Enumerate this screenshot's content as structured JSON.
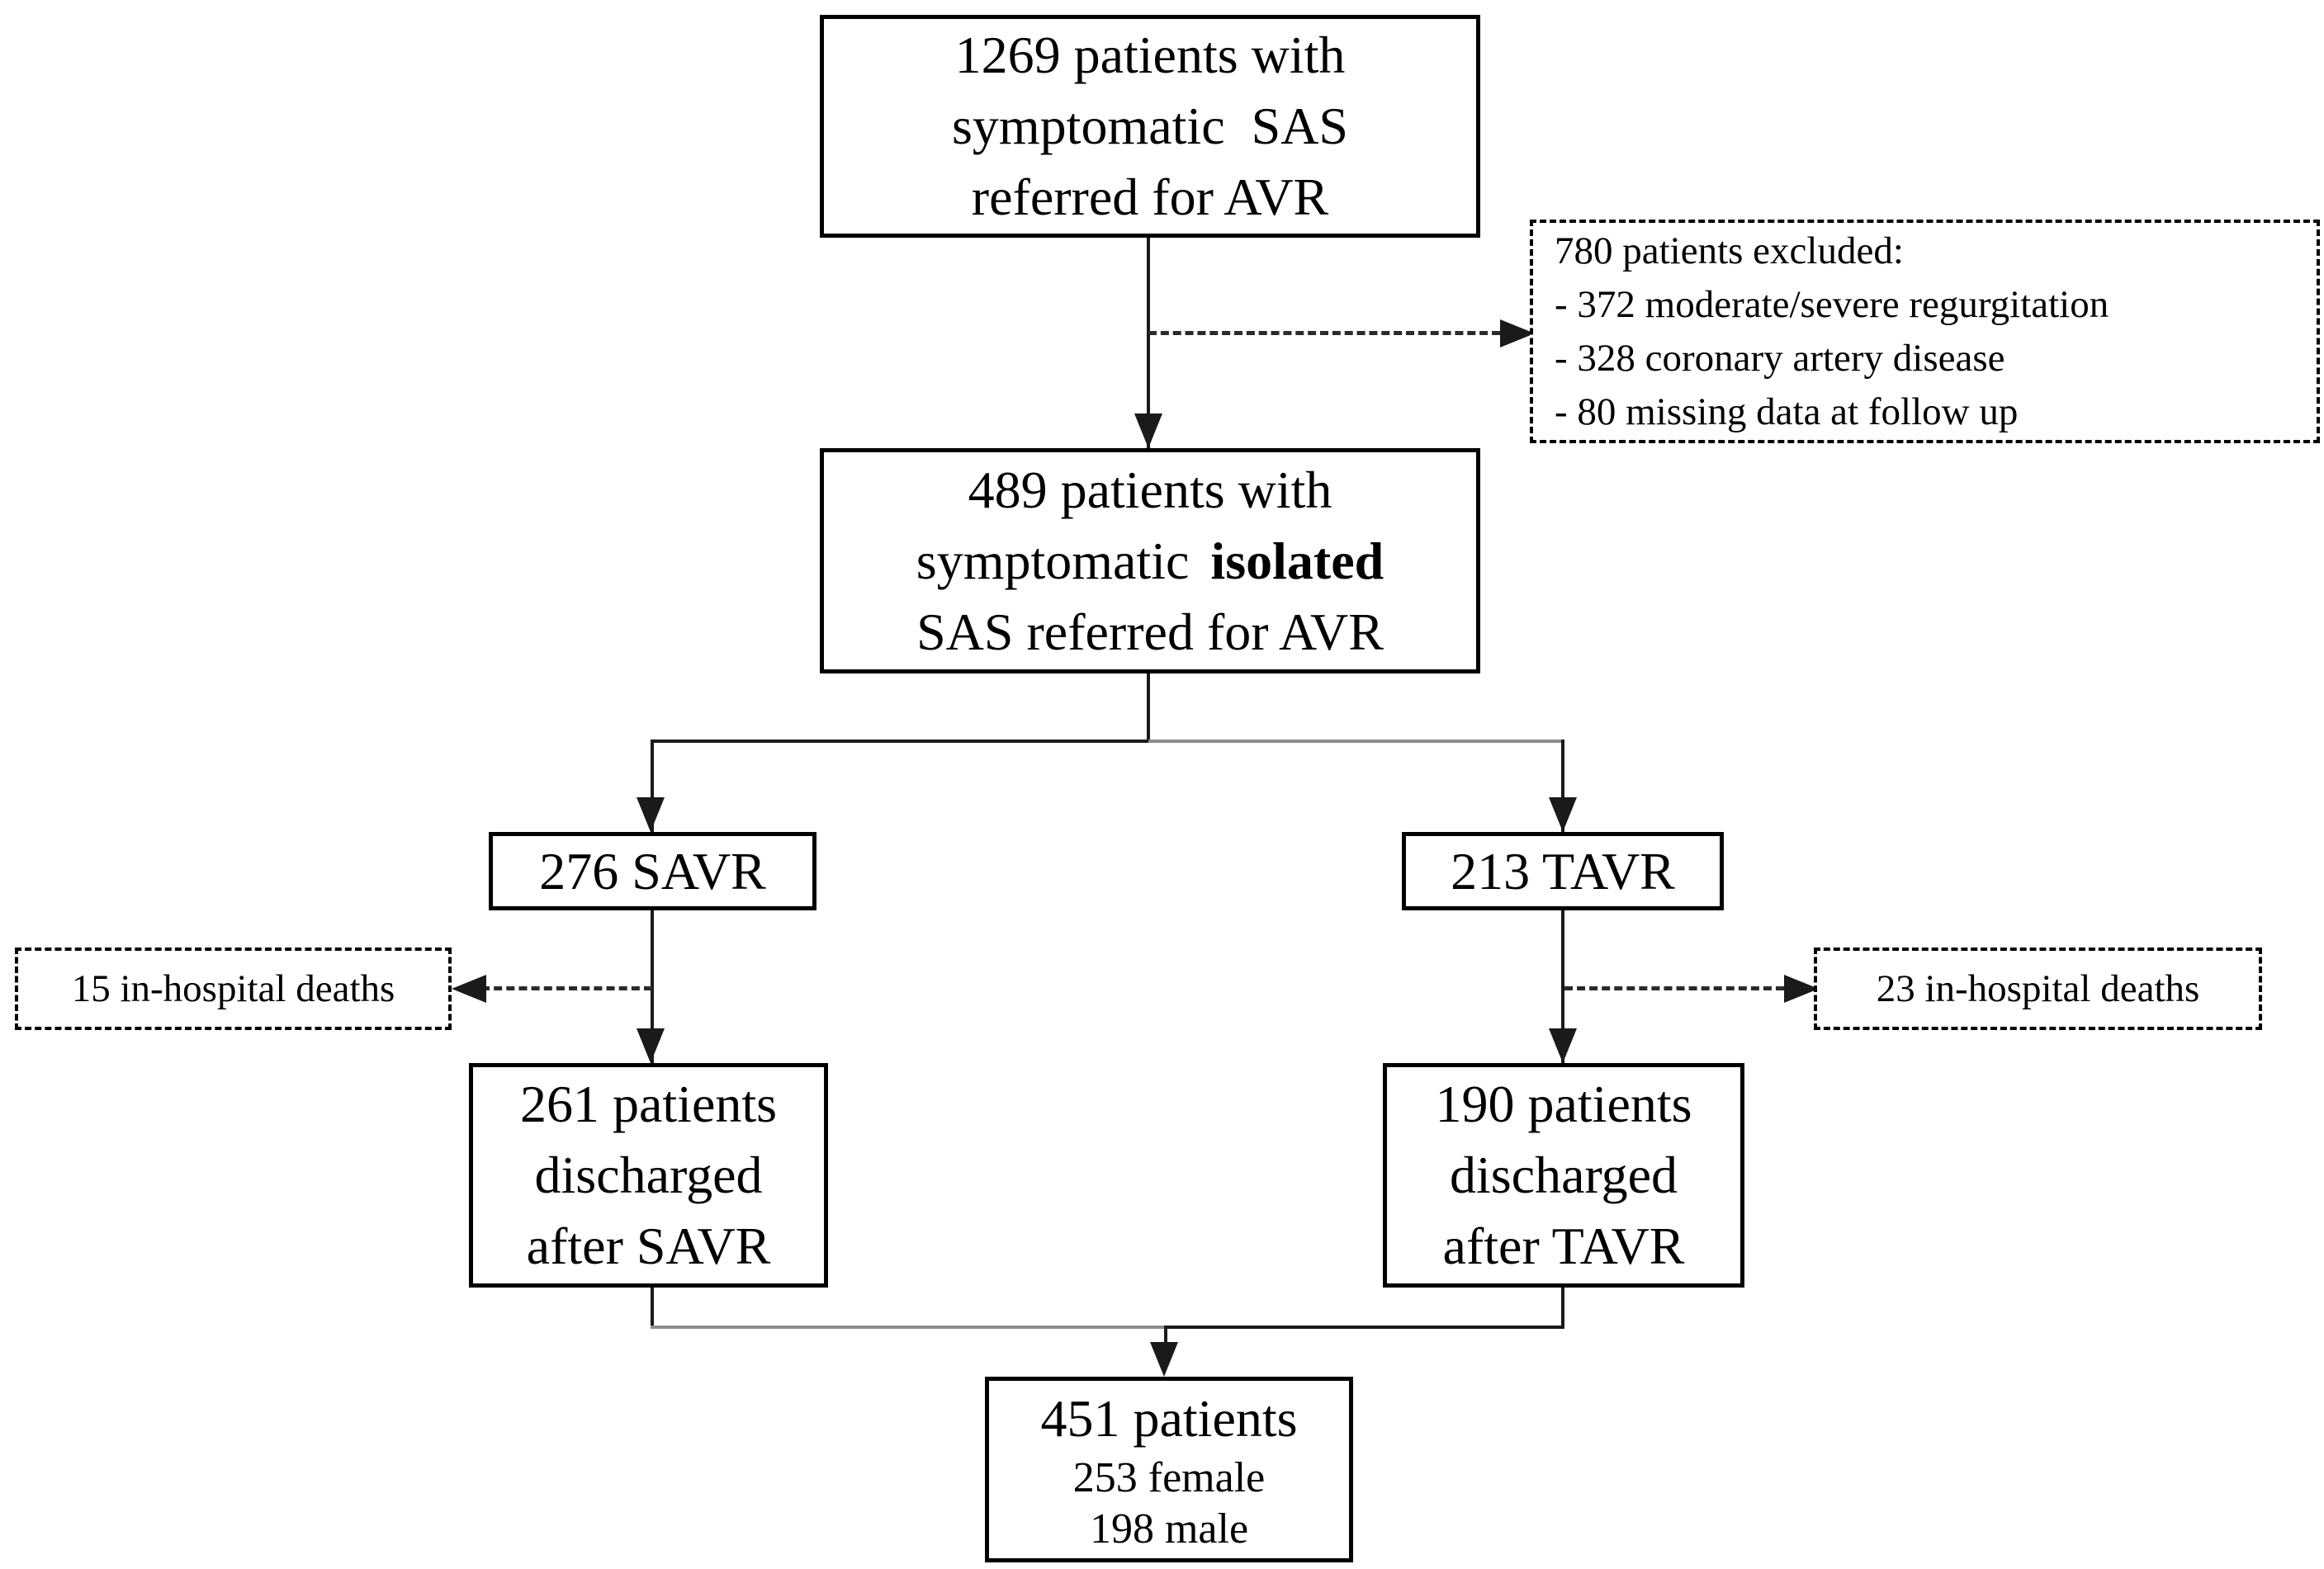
{
  "colors": {
    "line": "#1a1a1a",
    "gray_line": "#8c8c8c",
    "dash": "#2b2b2b",
    "text": "#000000",
    "background": "#ffffff"
  },
  "nodes": {
    "referred": {
      "line1": "1269 patients with",
      "line2": "symptomatic  SAS",
      "line3": "referred for AVR"
    },
    "excluded": {
      "line1": "780 patients excluded:",
      "line2": "- 372 moderate/severe regurgitation",
      "line3": "- 328 coronary artery disease",
      "line4": "- 80 missing data at follow up"
    },
    "isolated": {
      "line1": "489 patients with",
      "line2_normal": "symptomatic ",
      "line2_bold": "isolated",
      "line3": "SAS referred for AVR"
    },
    "savr": {
      "label": "276 SAVR"
    },
    "tavr": {
      "label": "213 TAVR"
    },
    "savr_deaths": {
      "label": "15 in-hospital deaths"
    },
    "tavr_deaths": {
      "label": "23 in-hospital deaths"
    },
    "savr_discharged": {
      "line1": "261 patients",
      "line2": "discharged",
      "line3": "after SAVR"
    },
    "tavr_discharged": {
      "line1": "190 patients",
      "line2": "discharged",
      "line3": "after TAVR"
    },
    "total": {
      "line1": "451 patients",
      "line2": "253 female",
      "line3": "198 male"
    }
  }
}
